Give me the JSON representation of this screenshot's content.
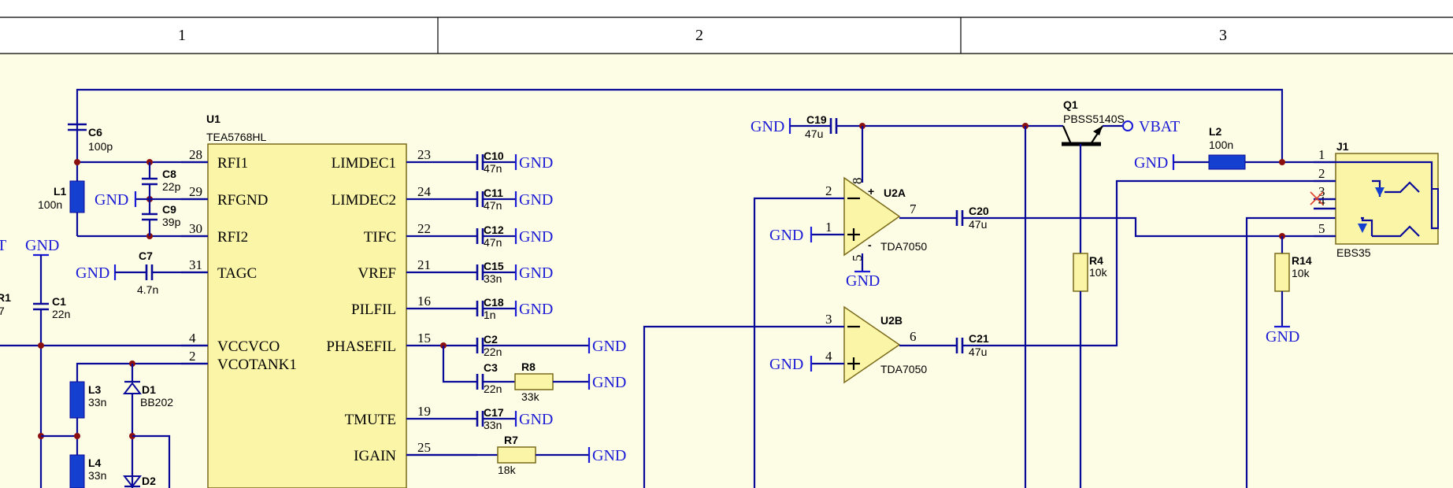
{
  "sheet": {
    "zones": [
      "1",
      "2",
      "3"
    ],
    "colors": {
      "wire": "#0a0a9a",
      "net": "#1a1ad6",
      "body": "#fbf5a8",
      "background": "#fdfde5",
      "junction": "#8a1010"
    }
  },
  "nets": {
    "gnd": "GND",
    "vbat": "VBAT",
    "vbat_left": "T"
  },
  "u1": {
    "ref": "U1",
    "value": "TEA5768HL",
    "left_pins": [
      {
        "num": "28",
        "name": "RFI1"
      },
      {
        "num": "29",
        "name": "RFGND"
      },
      {
        "num": "30",
        "name": "RFI2"
      },
      {
        "num": "31",
        "name": "TAGC"
      },
      {
        "num": "4",
        "name": "VCCVCO"
      },
      {
        "num": "2",
        "name": "VCOTANK1"
      }
    ],
    "right_pins": [
      {
        "num": "23",
        "name": "LIMDEC1"
      },
      {
        "num": "24",
        "name": "LIMDEC2"
      },
      {
        "num": "22",
        "name": "TIFC"
      },
      {
        "num": "21",
        "name": "VREF"
      },
      {
        "num": "16",
        "name": "PILFIL"
      },
      {
        "num": "15",
        "name": "PHASEFIL"
      },
      {
        "num": "19",
        "name": "TMUTE"
      },
      {
        "num": "25",
        "name": "IGAIN"
      }
    ]
  },
  "components": {
    "c6": {
      "ref": "C6",
      "value": "100p"
    },
    "l1": {
      "ref": "L1",
      "value": "100n"
    },
    "c8": {
      "ref": "C8",
      "value": "22p"
    },
    "c9": {
      "ref": "C9",
      "value": "39p"
    },
    "c7": {
      "ref": "C7",
      "value": "4.7n"
    },
    "r1": {
      "ref": "R1",
      "value": "7"
    },
    "c1": {
      "ref": "C1",
      "value": "22n"
    },
    "l3": {
      "ref": "L3",
      "value": "33n"
    },
    "l4": {
      "ref": "L4",
      "value": "33n"
    },
    "d1": {
      "ref": "D1",
      "value": "BB202"
    },
    "d2": {
      "ref": "D2"
    },
    "c10": {
      "ref": "C10",
      "value": "47n"
    },
    "c11": {
      "ref": "C11",
      "value": "47n"
    },
    "c12": {
      "ref": "C12",
      "value": "47n"
    },
    "c15": {
      "ref": "C15",
      "value": "33n"
    },
    "c18": {
      "ref": "C18",
      "value": "1n"
    },
    "c2": {
      "ref": "C2",
      "value": "22n"
    },
    "c3": {
      "ref": "C3",
      "value": "22n"
    },
    "r8": {
      "ref": "R8",
      "value": "33k"
    },
    "c17": {
      "ref": "C17",
      "value": "33n"
    },
    "r7": {
      "ref": "R7",
      "value": "18k"
    },
    "c19": {
      "ref": "C19",
      "value": "47u"
    },
    "q1": {
      "ref": "Q1",
      "value": "PBSS5140S"
    },
    "u2a": {
      "ref": "U2A",
      "value": "TDA7050",
      "pins": {
        "inv": "2",
        "noninv": "1",
        "out": "7",
        "vcc": "8",
        "gnd": "5"
      }
    },
    "u2b": {
      "ref": "U2B",
      "value": "TDA7050",
      "pins": {
        "inv": "3",
        "noninv": "4",
        "out": "6"
      }
    },
    "c20": {
      "ref": "C20",
      "value": "47u"
    },
    "c21": {
      "ref": "C21",
      "value": "47u"
    },
    "r4": {
      "ref": "R4",
      "value": "10k"
    },
    "r14": {
      "ref": "R14",
      "value": "10k"
    },
    "l2": {
      "ref": "L2",
      "value": "100n"
    },
    "j1": {
      "ref": "J1",
      "value": "EBS35",
      "pins": [
        "1",
        "2",
        "3",
        "4",
        "5"
      ]
    }
  }
}
